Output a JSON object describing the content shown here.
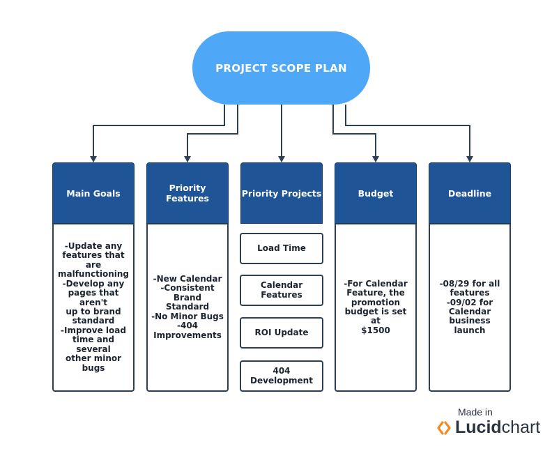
{
  "root": {
    "label": "PROJECT SCOPE PLAN",
    "color": "#4ea8f7"
  },
  "columns": [
    {
      "title": "Main Goals",
      "body": "-Update any\nfeatures that are\nmalfunctioning\n-Develop any\npages that aren't\nup to brand\nstandard\n-Improve load\ntime and several\nother minor\nbugs"
    },
    {
      "title": "Priority Features",
      "body": "-New Calendar\n-Consistent\nBrand Standard\n-No Minor Bugs\n-404\nImprovements"
    },
    {
      "title": "Priority Projects",
      "items": [
        "Load Time",
        "Calendar\nFeatures",
        "ROI Update",
        "404\nDevelopment"
      ]
    },
    {
      "title": "Budget",
      "body": "-For Calendar\nFeature, the\npromotion\nbudget is set at\n$1500"
    },
    {
      "title": "Deadline",
      "body": "-08/29 for all\nfeatures\n-09/02 for\nCalendar\nbusiness launch"
    }
  ],
  "header_color": "#1f5596",
  "branding": {
    "made_in": "Made in",
    "logo_bold": "Lucid",
    "logo_regular": "chart",
    "logo_icon": "lucidchart-logo-icon"
  }
}
